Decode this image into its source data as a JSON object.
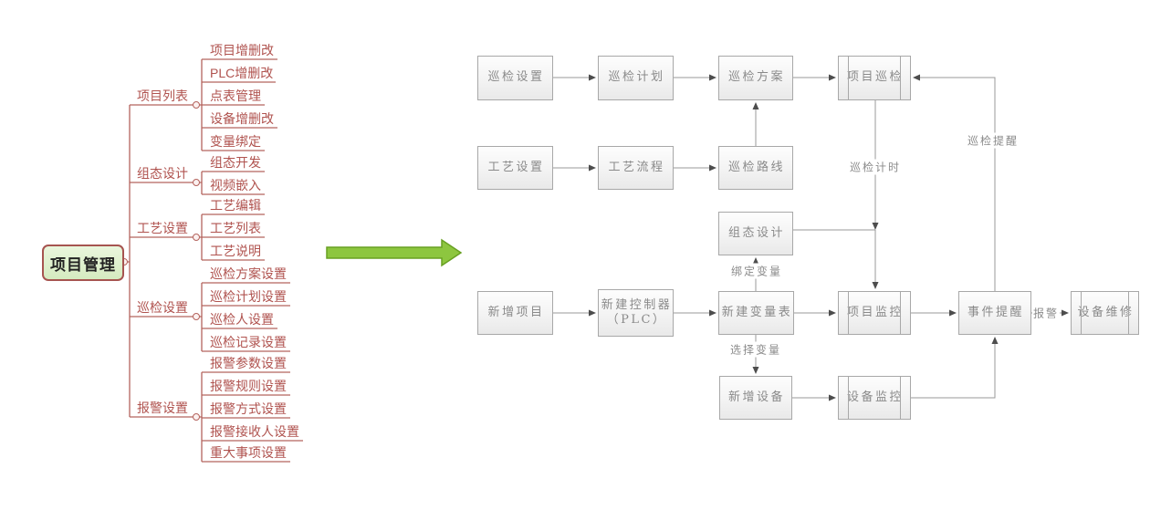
{
  "page": {
    "background": "#ffffff"
  },
  "colors": {
    "mindmap_text": "#b0534f",
    "mindmap_line": "#b4635d",
    "root_fill": "#d5ebc0",
    "root_border": "#a65450",
    "transform_arrow_fill": "#8dc63f",
    "transform_arrow_border": "#68a022",
    "flow_border": "#a8a8a8",
    "flow_fill": "#f3f3f3",
    "flow_text": "#8a8a8a",
    "flow_line": "#999999"
  },
  "icons": {
    "collapse_toggle": "small circle on branch line",
    "transform_arrow": "thick green right arrow"
  },
  "mindmap": {
    "root": {
      "label": "项目管理"
    },
    "branches": [
      {
        "label": "项目列表",
        "children": [
          "项目增删改",
          "PLC增删改",
          "点表管理",
          "设备增删改",
          "变量绑定"
        ]
      },
      {
        "label": "组态设计",
        "children": [
          "组态开发",
          "视频嵌入"
        ]
      },
      {
        "label": "工艺设置",
        "children": [
          "工艺编辑",
          "工艺列表",
          "工艺说明"
        ]
      },
      {
        "label": "巡检设置",
        "children": [
          "巡检方案设置",
          "巡检计划设置",
          "巡检人设置",
          "巡检记录设置"
        ]
      },
      {
        "label": "报警设置",
        "children": [
          "报警参数设置",
          "报警规则设置",
          "报警方式设置",
          "报警接收人设置",
          "重大事项设置"
        ]
      }
    ]
  },
  "flowchart": {
    "nodes": [
      {
        "label": "巡检设置",
        "shape": "process"
      },
      {
        "label": "巡检计划",
        "shape": "process"
      },
      {
        "label": "巡检方案",
        "shape": "process"
      },
      {
        "label": "项目巡检",
        "shape": "predefined"
      },
      {
        "label": "工艺设置",
        "shape": "process"
      },
      {
        "label": "工艺流程",
        "shape": "process"
      },
      {
        "label": "巡检路线",
        "shape": "process"
      },
      {
        "label": "组态设计",
        "shape": "process"
      },
      {
        "label": "新增项目",
        "shape": "process"
      },
      {
        "label": "新建控制器",
        "sublabel": "（PLC）",
        "shape": "process"
      },
      {
        "label": "新建变量表",
        "shape": "process"
      },
      {
        "label": "项目监控",
        "shape": "predefined"
      },
      {
        "label": "事件提醒",
        "shape": "process"
      },
      {
        "label": "设备维修",
        "shape": "predefined"
      },
      {
        "label": "新增设备",
        "shape": "process"
      },
      {
        "label": "设备监控",
        "shape": "predefined"
      }
    ],
    "edge_labels": {
      "timer": "巡检计时",
      "remind": "巡检提醒",
      "bind": "绑定变量",
      "select": "选择变量",
      "alarm": "报警"
    },
    "edges": [
      {
        "from": "巡检设置",
        "to": "巡检计划"
      },
      {
        "from": "巡检计划",
        "to": "巡检方案"
      },
      {
        "from": "巡检方案",
        "to": "项目巡检"
      },
      {
        "from": "工艺设置",
        "to": "工艺流程"
      },
      {
        "from": "工艺流程",
        "to": "巡检路线"
      },
      {
        "from": "巡检路线",
        "to": "巡检方案"
      },
      {
        "from": "项目巡检",
        "to": "项目监控",
        "label": "巡检计时"
      },
      {
        "from": "组态设计",
        "to": "项目监控"
      },
      {
        "from": "新建变量表",
        "to": "组态设计",
        "label": "绑定变量"
      },
      {
        "from": "新增项目",
        "to": "新建控制器（PLC）"
      },
      {
        "from": "新建控制器（PLC）",
        "to": "新建变量表"
      },
      {
        "from": "新建变量表",
        "to": "项目监控"
      },
      {
        "from": "项目监控",
        "to": "事件提醒"
      },
      {
        "from": "事件提醒",
        "to": "设备维修",
        "label": "报警"
      },
      {
        "from": "新建变量表",
        "to": "新增设备",
        "label": "选择变量"
      },
      {
        "from": "新增设备",
        "to": "设备监控"
      },
      {
        "from": "设备监控",
        "to": "事件提醒"
      },
      {
        "from": "事件提醒",
        "to": "项目巡检",
        "label": "巡检提醒"
      }
    ]
  }
}
